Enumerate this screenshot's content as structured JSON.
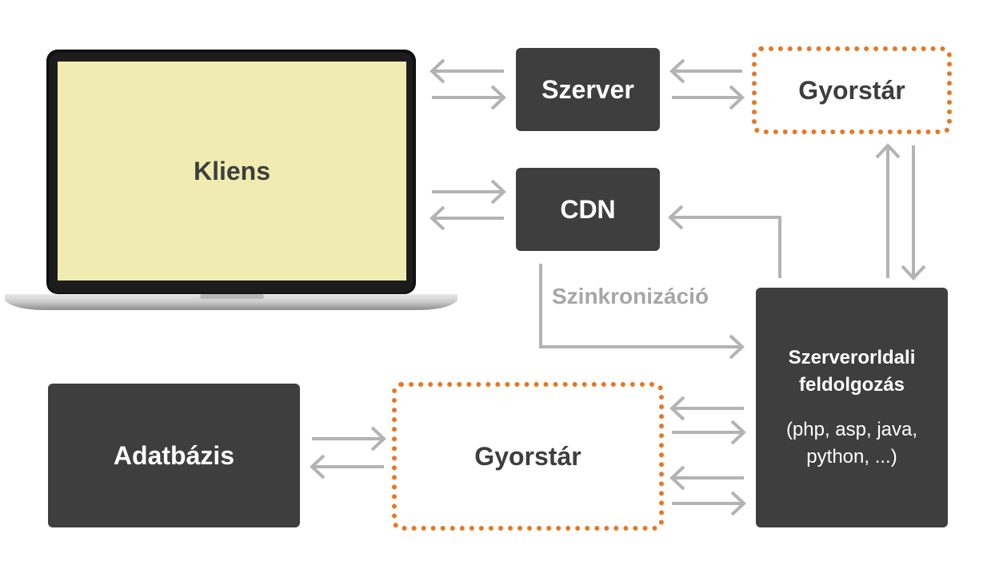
{
  "client": {
    "label": "Kliens"
  },
  "server": {
    "label": "Szerver"
  },
  "cdn": {
    "label": "CDN"
  },
  "cache_top": {
    "label": "Gyorstár"
  },
  "cache_bottom": {
    "label": "Gyorstár"
  },
  "database": {
    "label": "Adatbázis"
  },
  "processing": {
    "title_line1": "Szerverorldali",
    "title_line2": "feldolgozás",
    "sub_line1": "(php, asp, java,",
    "sub_line2": "python, ...)"
  },
  "sync_label": "Szinkronizáció",
  "colors": {
    "box": "#3e3e3e",
    "cache_border": "#e87722",
    "arrow": "#b3b3b3",
    "screen": "#f0ebb0"
  }
}
